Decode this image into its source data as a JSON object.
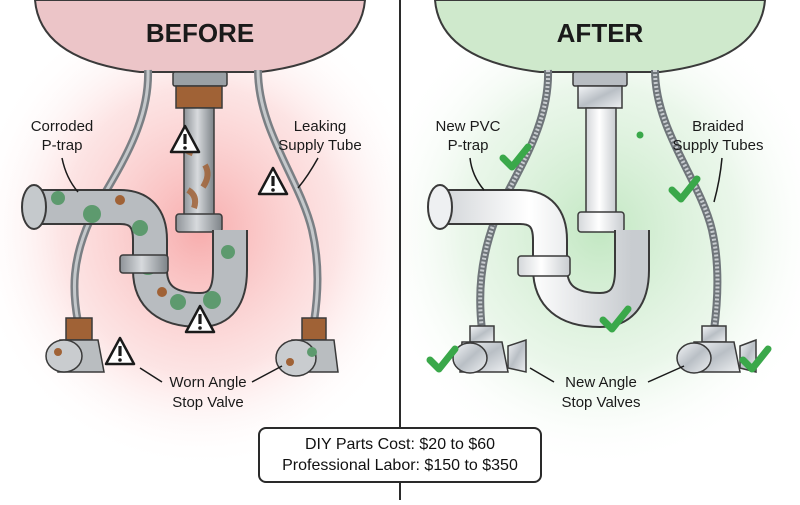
{
  "before": {
    "title": "BEFORE",
    "labels": {
      "p_trap": [
        "Corroded",
        "P-trap"
      ],
      "supply_tube": [
        "Leaking",
        "Supply Tube"
      ],
      "valve": [
        "Worn Angle",
        "Stop Valve"
      ]
    },
    "icons": [
      "warning-icon",
      "warning-icon",
      "warning-icon",
      "warning-icon",
      "warning-icon"
    ]
  },
  "after": {
    "title": "AFTER",
    "labels": {
      "p_trap": [
        "New PVC",
        "P-trap"
      ],
      "supply_tube": [
        "Braided",
        "Supply Tubes"
      ],
      "valve": [
        "New Angle",
        "Stop Valves"
      ]
    },
    "icons": [
      "check-icon",
      "check-icon",
      "check-icon",
      "check-icon",
      "check-icon",
      "check-icon"
    ]
  },
  "costs": {
    "diy": "DIY Parts Cost: $20 to $60",
    "professional": "Professional Labor: $150 to $350"
  },
  "colors": {
    "before_glow": "#f7b4b4",
    "after_glow": "#bfe6bf",
    "before_sink": "#ecc5c8",
    "after_sink": "#cfe9cc",
    "rust": "#a06236",
    "corrosion": "#5d9a6e",
    "check": "#3aa84a",
    "warning": "#ffffff"
  }
}
